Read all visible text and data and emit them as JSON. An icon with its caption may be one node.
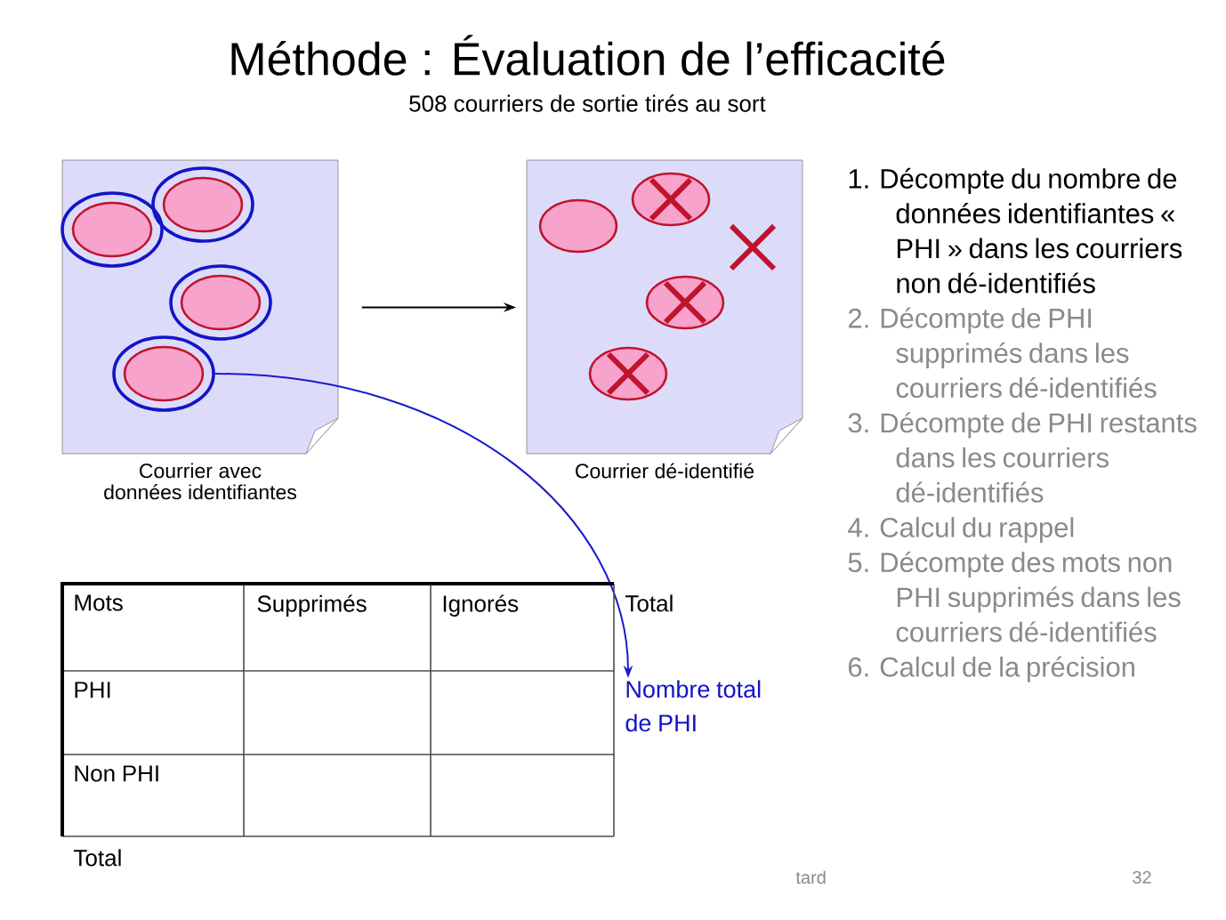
{
  "diagram": {
    "title": "Méthode : Évaluation de l’efficacité",
    "nodes": [
      {
        "text": [
          "Courrier avec données identifiantes"
        ]
      },
      {
        "text": [],
        "shape": "circle",
        "in": 0
      },
      {
        "text": [],
        "shape": "circle",
        "in": 0
      },
      {
        "text": [],
        "shape": "circle",
        "in": 0
      },
      {
        "text": [],
        "shape": "circle",
        "in": 0
      },
      {
        "text": [
          "Courrier dé-identifié"
        ]
      },
      {
        "text": [],
        "shape": "circle",
        "in": 5
      },
      {
        "text": [],
        "shape": "circle",
        "in": 5
      },
      {
        "text": [],
        "shape": "circle",
        "in": 5
      },
      {
        "text": [],
        "shape": "circle",
        "in": 5
      },
      {
        "text": [
          "Nombre total de PHI"
        ]
      }
    ],
    "edges": [
      {
        "from": 0,
        "to": 5,
        "arrow": "to"
      },
      {
        "from": 4,
        "to": 10,
        "arrow": "to",
        "color": "#1a1acc"
      }
    ],
    "labels": [
      "508 courriers de sortie tirés au sort",
      "1. Décompte du nombre de données identifiantes « PHI » dans les courriers non dé-identifiés",
      "2. Décompte de PHI supprimés dans les courriers dé-identifiés",
      "3. Décompte de PHI restants dans les courriers dé-identifiés",
      "4. Calcul du rappel",
      "5. Décompte des mots non PHI supprimés dans les courriers dé-identifiés",
      "6. Calcul de la précision",
      "Mots",
      "Supprimés",
      "Ignorés",
      "Total",
      "PHI",
      "Non PHI",
      "Total",
      "tard",
      "32"
    ]
  }
}
